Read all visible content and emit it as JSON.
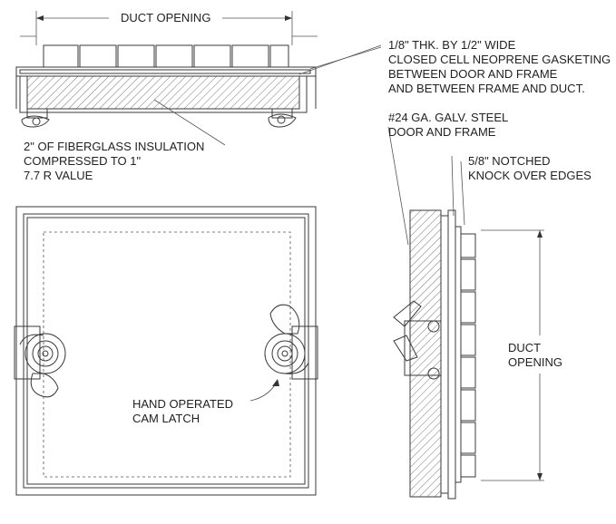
{
  "labels": {
    "duct_opening_top": "DUCT OPENING",
    "gasket_line1": "1/8\" THK. BY 1/2\" WIDE",
    "gasket_line2": "CLOSED CELL NEOPRENE GASKETING",
    "gasket_line3": "BETWEEN DOOR AND FRAME",
    "gasket_line4": "AND BETWEEN FRAME AND DUCT.",
    "steel_line1": "#24 GA. GALV. STEEL",
    "steel_line2": "DOOR AND FRAME",
    "insulation_line1": "2\" OF FIBERGLASS INSULATION",
    "insulation_line2": "COMPRESSED TO 1\"",
    "insulation_line3": "7.7 R VALUE",
    "notched_line1": "5/8\" NOTCHED",
    "notched_line2": "KNOCK OVER EDGES",
    "latch_line1": "HAND OPERATED",
    "latch_line2": "CAM LATCH",
    "duct_opening_side_line1": "DUCT",
    "duct_opening_side_line2": "OPENING"
  },
  "colors": {
    "line": "#3a3a3a",
    "text": "#222222",
    "background": "#ffffff"
  }
}
